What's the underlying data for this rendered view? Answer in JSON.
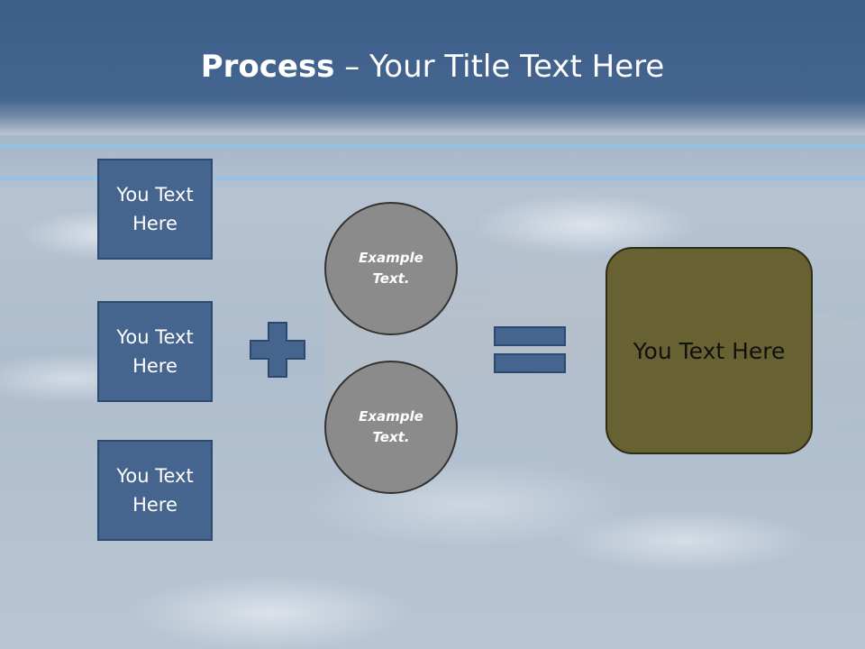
{
  "slide": {
    "title_bold": "Process",
    "title_rest": " – Your Title Text Here"
  },
  "inputs": [
    {
      "label": "You Text Here"
    },
    {
      "label": "You Text Here"
    },
    {
      "label": "You Text Here"
    }
  ],
  "operators": {
    "plus_icon": "plus-icon",
    "equals_icon": "equals-icon"
  },
  "circles": [
    {
      "label": "Example Text."
    },
    {
      "label": "Example Text."
    }
  ],
  "result": {
    "label": "You Text Here"
  },
  "colors": {
    "header": "#44658f",
    "box_fill": "#46658e",
    "circle_fill": "#8b8b8b",
    "result_fill": "#686232"
  }
}
